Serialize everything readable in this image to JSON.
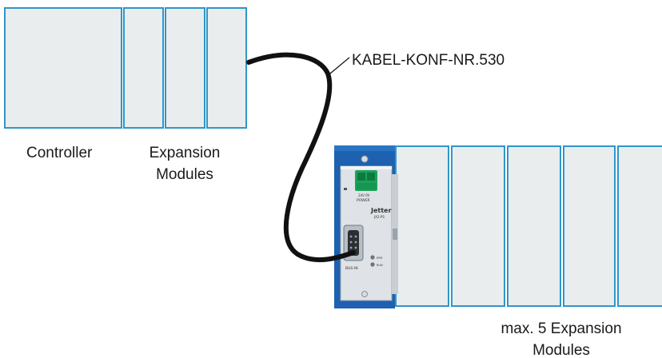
{
  "labels": {
    "cable": "KABEL-KONF-NR.530",
    "controller": "Controller",
    "expansion_line1": "Expansion",
    "expansion_line2": "Modules",
    "max_line1": "max. 5 Expansion",
    "max_line2": "Modules"
  },
  "device": {
    "brand": "Jetter",
    "model": "JX2-PS",
    "power_label": "POWER",
    "terminal_labels": "24V  0V",
    "bus_label": "BUS-IN",
    "led1_label": "ERR",
    "led2_label": "RUN"
  },
  "colors": {
    "module_fill": "#eaedee",
    "module_stroke": "#2f96c9",
    "device_blue": "#1d61b0",
    "connector_green": "#1aa35a",
    "cable": "#111111"
  }
}
